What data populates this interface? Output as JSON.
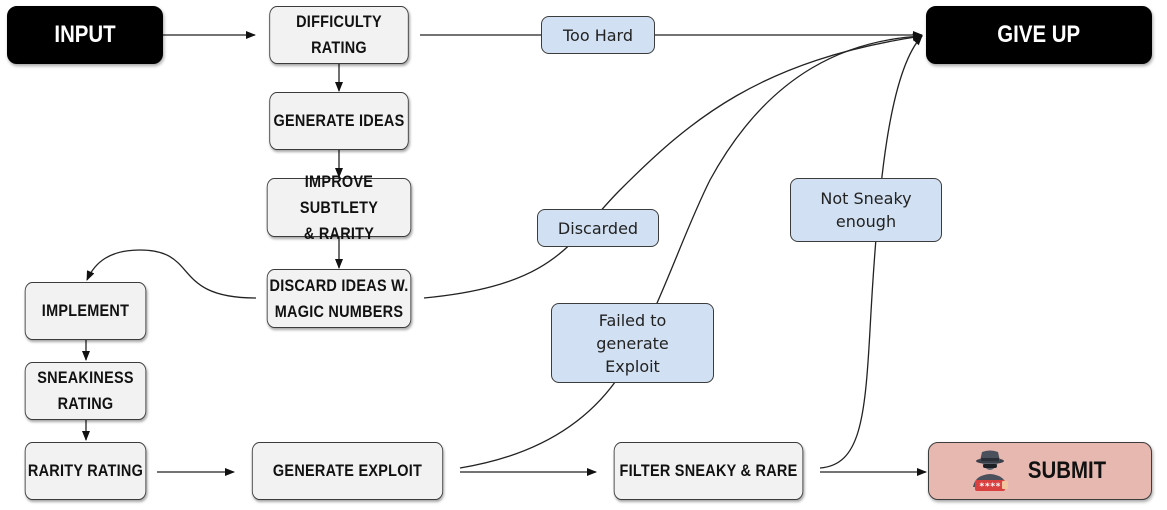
{
  "nodes": {
    "input": "INPUT",
    "difficulty": "DIFFICULTY RATING",
    "generate_ideas": "GENERATE IDEAS",
    "improve": "IMPROVE SUBTLETY\n& RARITY",
    "discard": "DISCARD IDEAS W.\nMAGIC NUMBERS",
    "implement": "IMPLEMENT",
    "sneakiness": "SNEAKINESS\nRATING",
    "rarity": "RARITY RATING",
    "generate_exploit": "GENERATE EXPLOIT",
    "filter": "FILTER SNEAKY & RARE",
    "give_up": "GIVE UP",
    "submit": "SUBMIT"
  },
  "notes": {
    "too_hard": "Too Hard",
    "discarded": "Discarded",
    "failed_exploit": "Failed to\ngenerate\nExploit",
    "not_sneaky": "Not Sneaky\nenough"
  },
  "icons": {
    "submit_icon": "hacker-icon"
  },
  "colors": {
    "terminal_fill": "#000000",
    "step_fill": "#f2f2f2",
    "note_fill": "#d1e0f2",
    "submit_fill": "#e6b8b0"
  }
}
